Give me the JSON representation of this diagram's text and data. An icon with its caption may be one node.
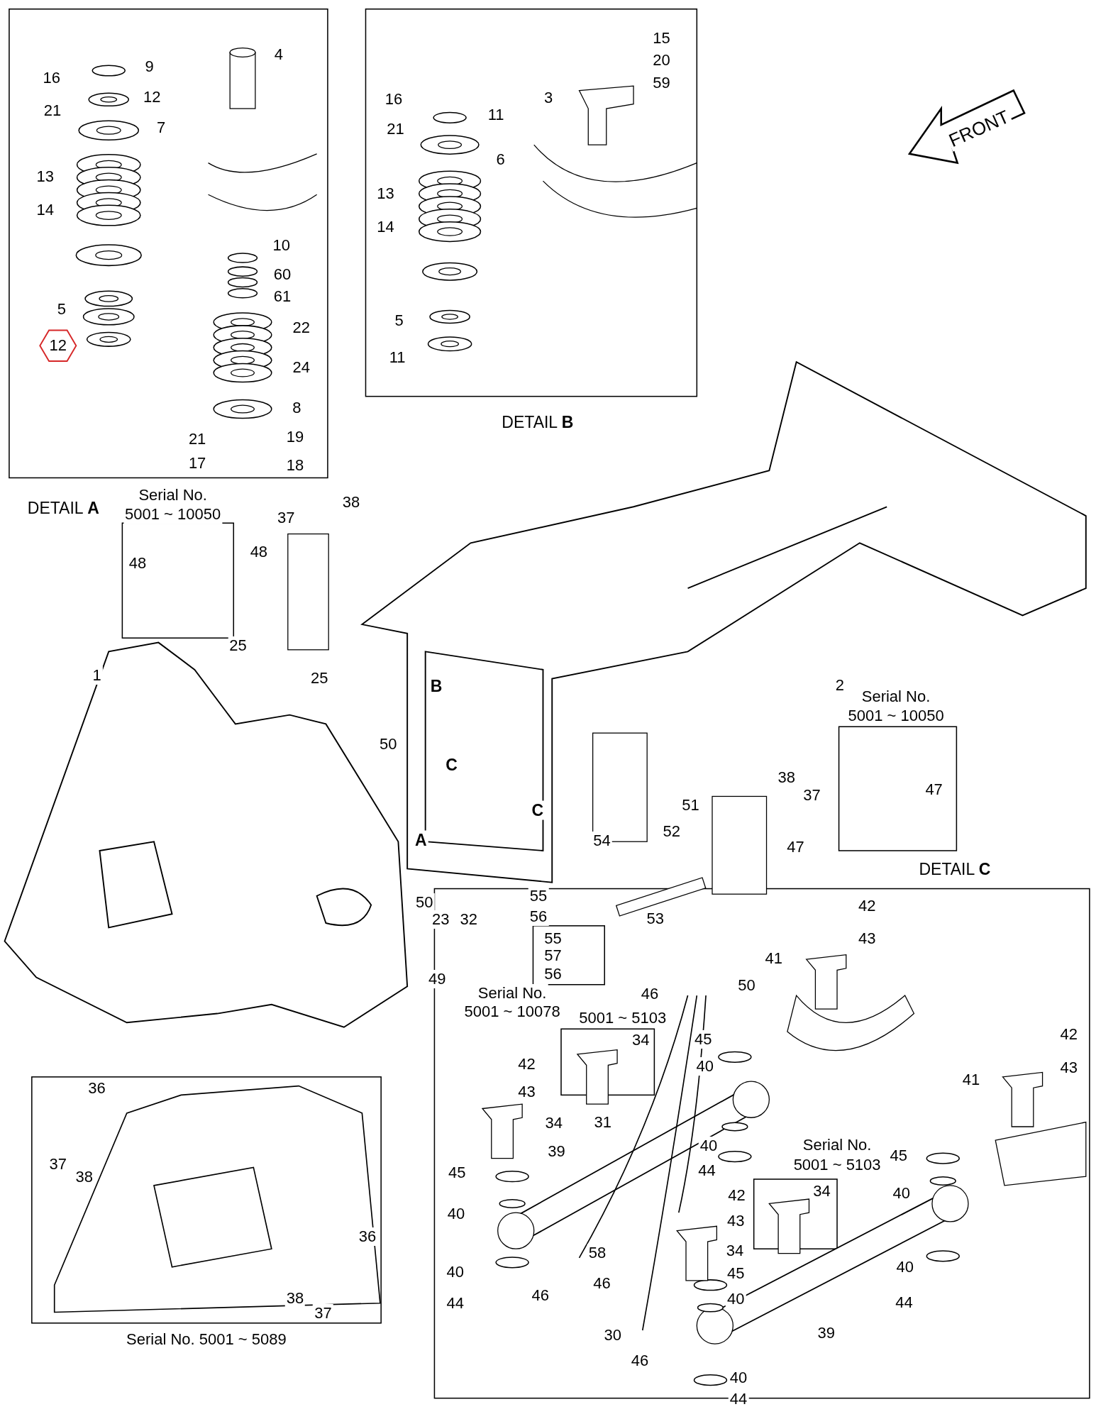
{
  "diagram": {
    "labels": [
      "9",
      "4",
      "16",
      "12",
      "21",
      "7",
      "13",
      "14",
      "10",
      "60",
      "61",
      "5",
      "22",
      "12",
      "24",
      "8",
      "21",
      "19",
      "17",
      "18",
      "15",
      "20",
      "59",
      "3",
      "16",
      "11",
      "21",
      "6",
      "13",
      "14",
      "5",
      "11",
      "DETAIL **B**",
      "FRONT",
      "DETAIL **A**",
      "Serial No.",
      "5001 ~ 10050",
      "48",
      "37",
      "38",
      "48",
      "25",
      "25",
      "1",
      "2",
      "B",
      "C",
      "C",
      "A",
      "50",
      "Serial No.",
      "5001 ~ 10050",
      "47",
      "38",
      "37",
      "51",
      "52",
      "54",
      "47",
      "DETAIL **C**",
      "55",
      "56",
      "53",
      "50",
      "23",
      "32",
      "49",
      "55",
      "57",
      "56",
      "Serial No.",
      "5001 ~ 10078",
      "42",
      "43",
      "41",
      "50",
      "46",
      "5001 ~ 5103",
      "34",
      "45",
      "40",
      "42",
      "43",
      "34",
      "31",
      "39",
      "40",
      "44",
      "45",
      "40",
      "42",
      "43",
      "34",
      "58",
      "46",
      "45",
      "40",
      "40",
      "44",
      "46",
      "30",
      "46",
      "39",
      "40",
      "44",
      "Serial No.",
      "5001 ~ 5103",
      "34",
      "42",
      "43",
      "41",
      "45",
      "40",
      "40",
      "44",
      "36",
      "37",
      "38",
      "36",
      "38",
      "37",
      "Serial No. 5001 ~ 5089"
    ]
  }
}
